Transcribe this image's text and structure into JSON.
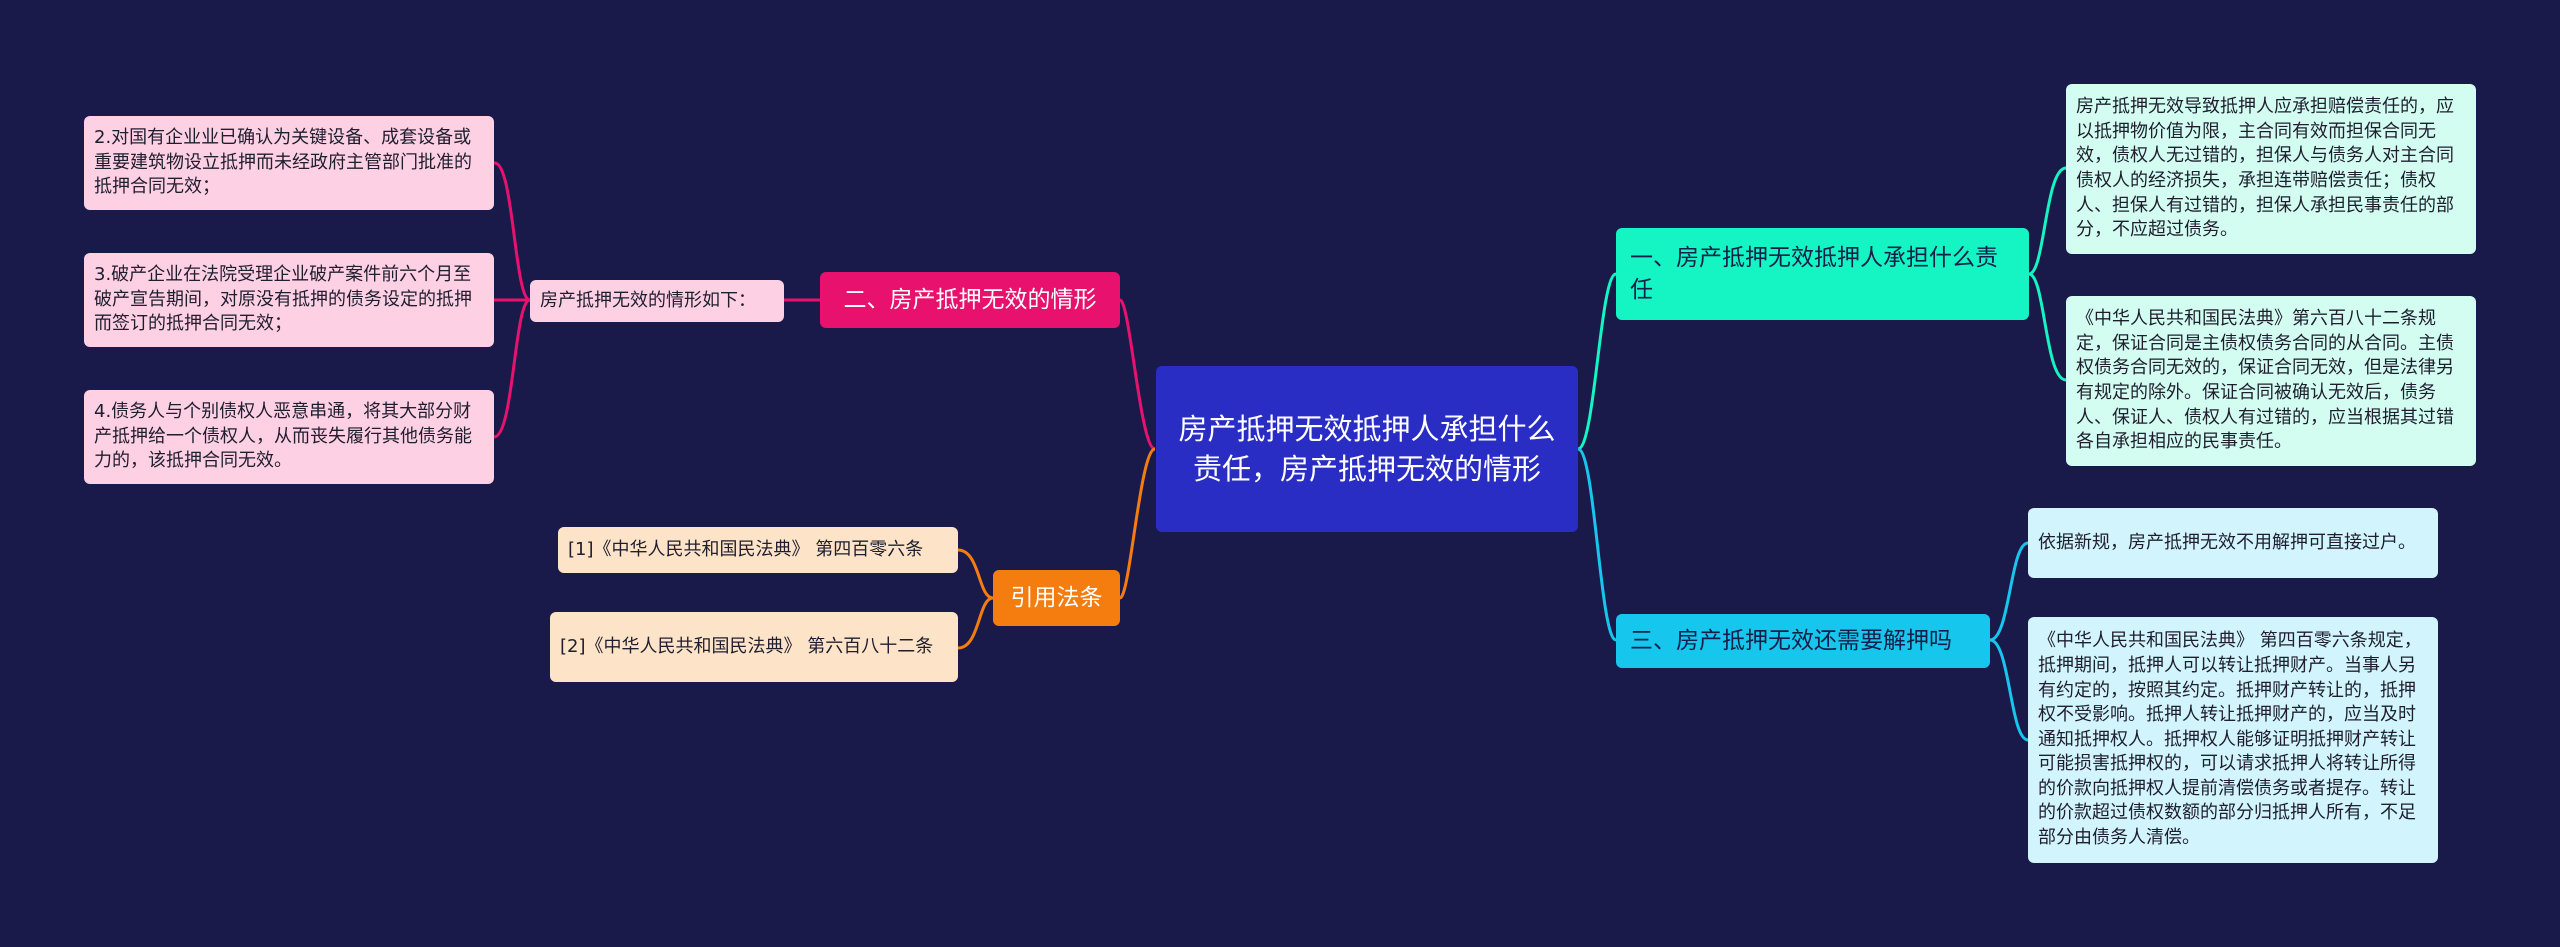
{
  "center": {
    "label": "房产抵押无效抵押人承担什么责任，房产抵押无效的情形"
  },
  "branch_invalid": {
    "label": "二、房产抵押无效的情形",
    "intro": "房产抵押无效的情形如下：",
    "items": [
      "2.对国有企业业已确认为关键设备、成套设备或重要建筑物设立抵押而未经政府主管部门批准的抵押合同无效；",
      "3.破产企业在法院受理企业破产案件前六个月至破产宣告期间，对原没有抵押的债务设定的抵押而签订的抵押合同无效；",
      "4.债务人与个别债权人恶意串通，将其大部分财产抵押给一个债权人，从而丧失履行其他债务能力的，该抵押合同无效。"
    ]
  },
  "branch_cite": {
    "label": "引用法条",
    "items": [
      "[1]《中华人民共和国民法典》 第四百零六条",
      "[2]《中华人民共和国民法典》 第六百八十二条"
    ]
  },
  "branch_liability": {
    "label": "一、房产抵押无效抵押人承担什么责任",
    "items": [
      "房产抵押无效导致抵押人应承担赔偿责任的，应以抵押物价值为限，主合同有效而担保合同无效，债权人无过错的，担保人与债务人对主合同债权人的经济损失，承担连带赔偿责任；债权人、担保人有过错的，担保人承担民事责任的部分，不应超过债务。",
      "《中华人民共和国民法典》第六百八十二条规定，保证合同是主债权债务合同的从合同。主债权债务合同无效的，保证合同无效，但是法律另有规定的除外。保证合同被确认无效后，债务人、保证人、债权人有过错的，应当根据其过错各自承担相应的民事责任。"
    ]
  },
  "branch_release": {
    "label": "三、房产抵押无效还需要解押吗",
    "items": [
      "依据新规，房产抵押无效不用解押可直接过户。",
      "《中华人民共和国民法典》 第四百零六条规定，抵押期间，抵押人可以转让抵押财产。当事人另有约定的，按照其约定。抵押财产转让的，抵押权不受影响。抵押人转让抵押财产的，应当及时通知抵押权人。抵押权人能够证明抵押财产转让可能损害抵押权的，可以请求抵押人将转让所得的价款向抵押权人提前清偿债务或者提存。转让的价款超过债权数额的部分归抵押人所有，不足部分由债务人清偿。"
    ]
  },
  "colors": {
    "background": "#1a1a4a",
    "center": "#2a2dc4",
    "red": "#e8126e",
    "orange": "#f57d0f",
    "green": "#14f5c3",
    "blue": "#16c6ec"
  }
}
